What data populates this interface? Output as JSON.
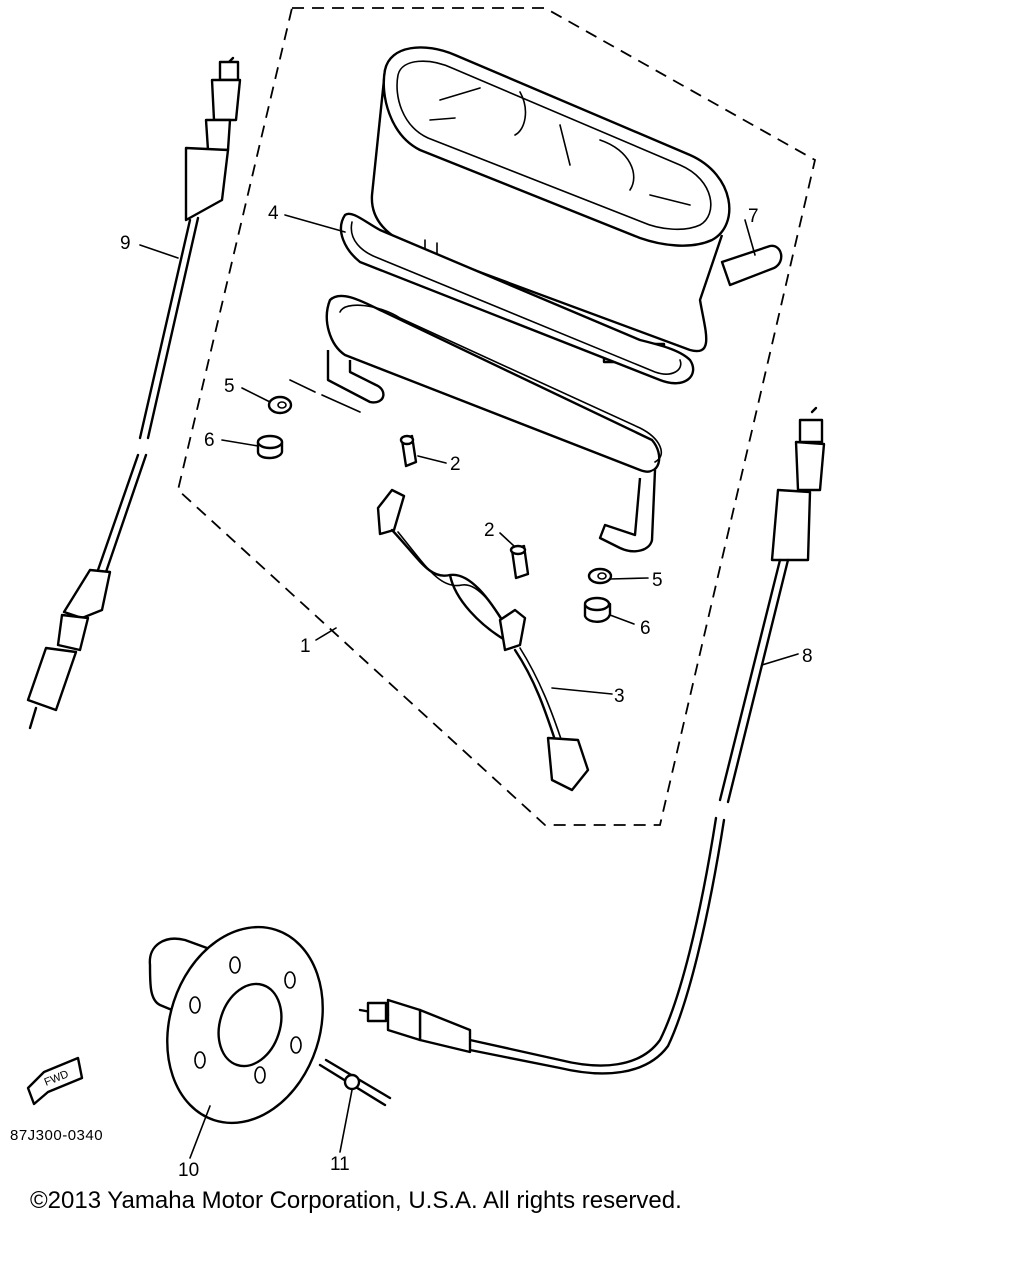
{
  "diagram": {
    "part_labels": {
      "p1": "1",
      "p2a": "2",
      "p2b": "2",
      "p3": "3",
      "p4": "4",
      "p5a": "5",
      "p5b": "5",
      "p6a": "6",
      "p6b": "6",
      "p7": "7",
      "p8": "8",
      "p9": "9",
      "p10": "10",
      "p11": "11"
    },
    "fwd_arrow_text": "FWD",
    "drawing_code": "87J300-0340"
  },
  "footer": {
    "copyright": "©2013 Yamaha Motor Corporation, U.S.A. All rights reserved."
  }
}
